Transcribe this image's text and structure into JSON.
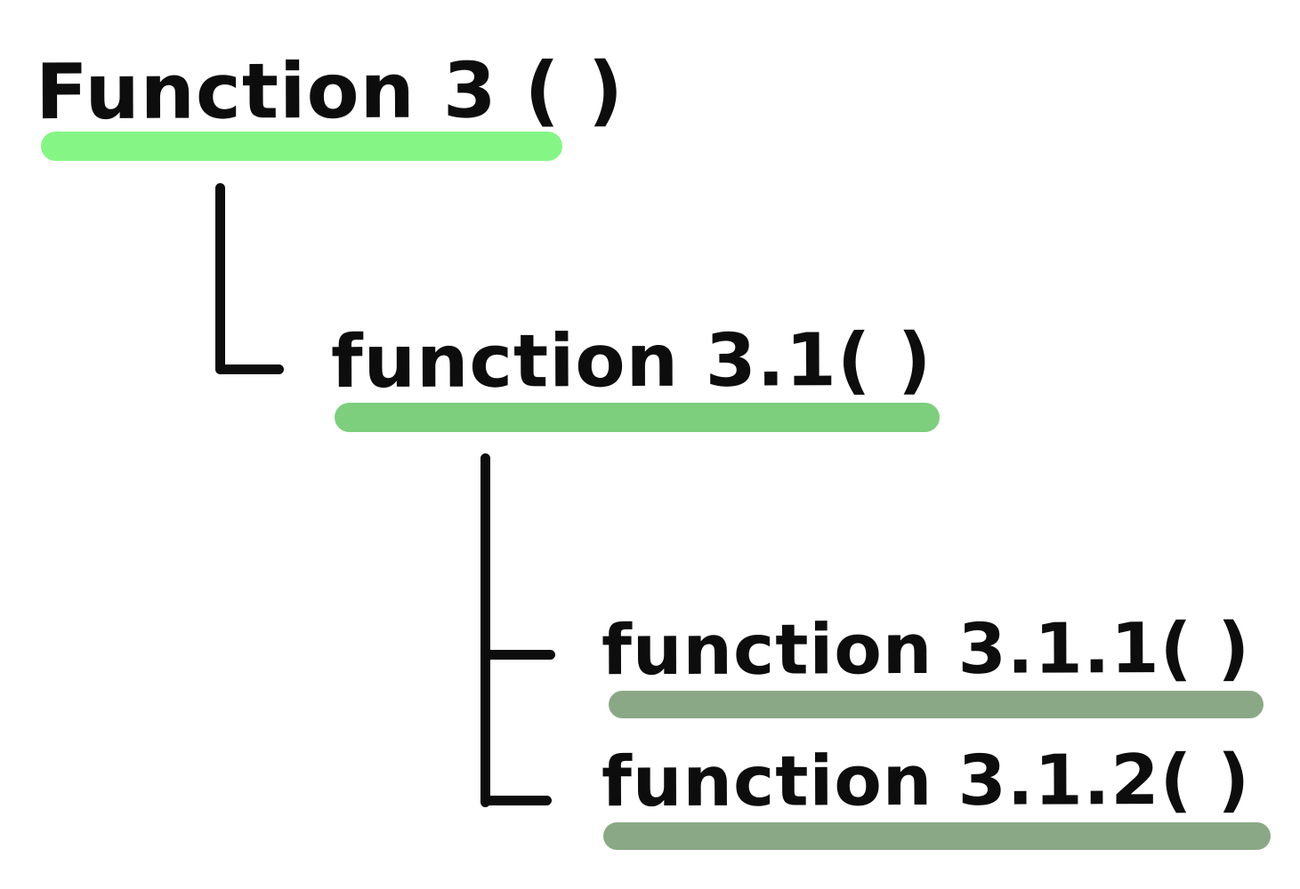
{
  "diagram": {
    "type": "tree",
    "description": "Hand-drawn function call hierarchy with green highlighter underlines",
    "background_color": "#ffffff",
    "ink_color": "#0d0d0d",
    "nodes": [
      {
        "id": "function-3",
        "label": "Function 3 ( )",
        "level": 1,
        "parent": null,
        "highlight_color": "#85F685"
      },
      {
        "id": "function-3-1",
        "label": "function 3.1( )",
        "level": 2,
        "parent": "function-3",
        "highlight_color": "#7DCE7D"
      },
      {
        "id": "function-3-1-1",
        "label": "function 3.1.1( )",
        "level": 3,
        "parent": "function-3-1",
        "highlight_color": "#8BA886"
      },
      {
        "id": "function-3-1-2",
        "label": "function 3.1.2( )",
        "level": 3,
        "parent": "function-3-1",
        "highlight_color": "#8BA886"
      }
    ],
    "edges": [
      {
        "from": "function-3",
        "to": "function-3-1",
        "style": "elbow"
      },
      {
        "from": "function-3-1",
        "to": "function-3-1-1",
        "style": "elbow"
      },
      {
        "from": "function-3-1",
        "to": "function-3-1-2",
        "style": "elbow"
      }
    ]
  }
}
